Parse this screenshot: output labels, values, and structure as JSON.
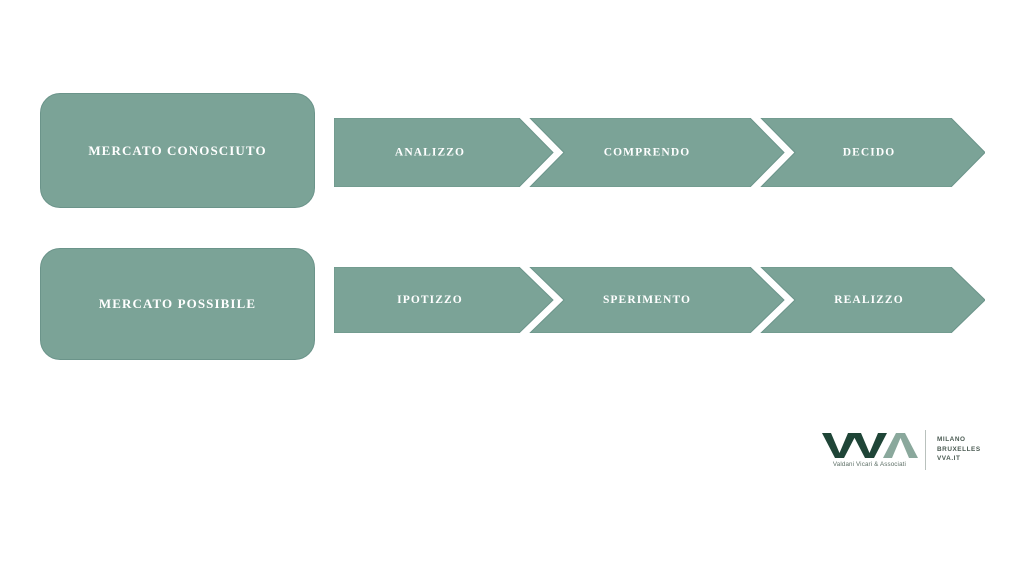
{
  "slide": {
    "background_color": "#ffffff",
    "accent_color": "#7ba397",
    "accent_stroke_color": "#6b948a",
    "label_color": "#ffffff"
  },
  "rows": [
    {
      "market": {
        "label": "MERCATO CONOSCIUTO"
      },
      "steps": [
        {
          "label": "ANALIZZO"
        },
        {
          "label": "COMPRENDO"
        },
        {
          "label": "DECIDO"
        }
      ]
    },
    {
      "market": {
        "label": "MERCATO POSSIBILE"
      },
      "steps": [
        {
          "label": "IPOTIZZO"
        },
        {
          "label": "SPERIMENTO"
        },
        {
          "label": "REALIZZO"
        }
      ]
    }
  ],
  "logo": {
    "wordmark": "VVA",
    "wordmark_letters": [
      "V",
      "V",
      "A"
    ],
    "tagline": "Valdani Vicari & Associati",
    "dark_color": "#1f4537",
    "light_color": "#8aa89c",
    "cities": [
      "MILANO",
      "BRUXELLES",
      "VVA.IT"
    ]
  }
}
